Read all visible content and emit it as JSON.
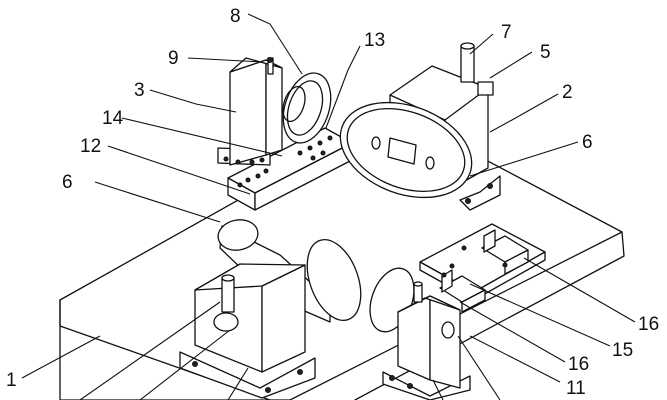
{
  "labels": {
    "l1": "1",
    "l2": "2",
    "l3": "3",
    "l5": "5",
    "l6a": "6",
    "l6b": "6",
    "l7": "7",
    "l8": "8",
    "l9": "9",
    "l11": "11",
    "l12": "12",
    "l13": "13",
    "l14": "14",
    "l15": "15",
    "l16a": "16",
    "l16b": "16"
  },
  "colors": {
    "line": "#111111",
    "background": "#ffffff"
  }
}
